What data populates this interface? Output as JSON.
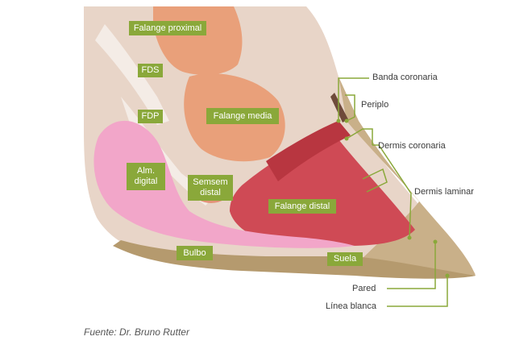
{
  "labels": {
    "falange_proximal": "Falange proximal",
    "fds": "FDS",
    "fdp": "FDP",
    "falange_media": "Falange media",
    "alm_digital": "Alm.\ndigital",
    "semsem_distal": "Semsem\ndistal",
    "falange_distal": "Falange distal",
    "bulbo": "Bulbo",
    "suela": "Suela"
  },
  "callouts": {
    "banda_coronaria": "Banda coronaria",
    "periplo": "Periplo",
    "dermis_coronaria": "Dermis coronaria",
    "dermis_laminar": "Dermis laminar",
    "pared": "Pared",
    "linea_blanca": "Línea blanca"
  },
  "source": "Fuente: Dr. Bruno Rutter",
  "colors": {
    "label_bg": "#8aa83a",
    "leader_line": "#8aa83a",
    "digital_cushion": "#f2a6c9",
    "distal_phalanx": "#cf4a55",
    "bone": "#e9a07a",
    "hoof_wall": "#c9b089"
  }
}
